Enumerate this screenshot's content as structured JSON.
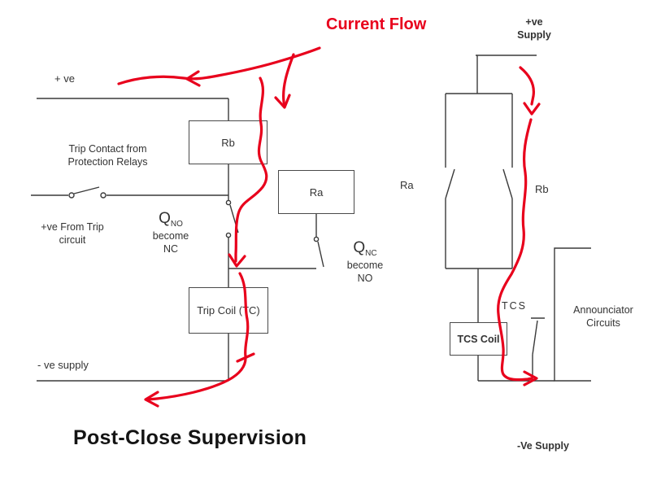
{
  "title": "Post-Close Supervision",
  "current_flow_label": "Current Flow",
  "left_circuit": {
    "pos_supply": "+ ve",
    "trip_contact_l1": "Trip Contact from",
    "trip_contact_l2": "Protection Relays",
    "from_trip_l1": "+ve From Trip",
    "from_trip_l2": "circuit",
    "rb": "Rb",
    "ra": "Ra",
    "trip_coil": "Trip Coil (TC)",
    "qno_q": "Q",
    "qno_sub": "NO",
    "qno_l2": "become",
    "qno_l3": "NC",
    "qnc_q": "Q",
    "qnc_sub": "NC",
    "qnc_l2": "become",
    "qnc_l3": "NO",
    "neg_supply": "- ve supply"
  },
  "right_circuit": {
    "pos_supply_l1": "+ve",
    "pos_supply_l2": "Supply",
    "ra": "Ra",
    "rb": "Rb",
    "tcs": "TCS",
    "tcs_coil": "TCS Coil",
    "annunciator_l1": "Announciator",
    "annunciator_l2": "Circuits",
    "neg_supply": "-Ve Supply"
  },
  "colors": {
    "ink": "#3a3a3a",
    "flow_red": "#e8001c"
  }
}
